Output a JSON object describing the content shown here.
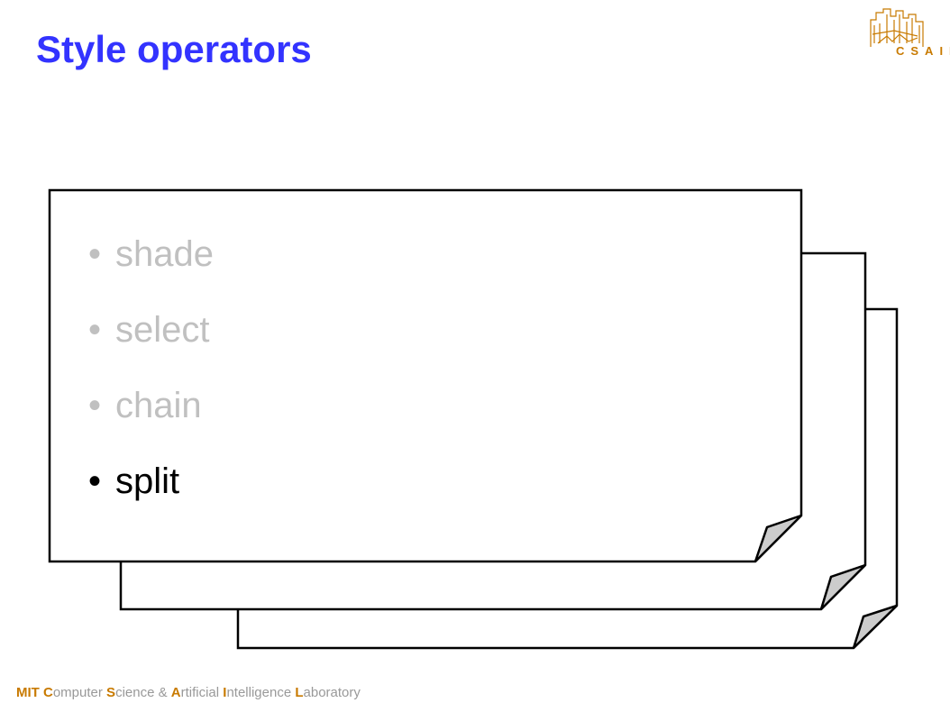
{
  "title": "Style operators",
  "logo": {
    "text": "CSAIL",
    "icon": "csail-logo-icon"
  },
  "bullets": [
    {
      "text": "shade",
      "color": "#c0c0c0"
    },
    {
      "text": "select",
      "color": "#c0c0c0"
    },
    {
      "text": "chain",
      "color": "#c0c0c0"
    },
    {
      "text": "split",
      "color": "#000000"
    }
  ],
  "bullet_glyph": "•",
  "footer": {
    "segments": [
      {
        "text": "MIT ",
        "accent": true
      },
      {
        "text": "C",
        "accent": true
      },
      {
        "text": "omputer ",
        "accent": false
      },
      {
        "text": "S",
        "accent": true
      },
      {
        "text": "cience & ",
        "accent": false
      },
      {
        "text": "A",
        "accent": true
      },
      {
        "text": "rtificial ",
        "accent": false
      },
      {
        "text": "I",
        "accent": true
      },
      {
        "text": "ntelligence ",
        "accent": false
      },
      {
        "text": "L",
        "accent": true
      },
      {
        "text": "aboratory",
        "accent": false
      }
    ]
  },
  "colors": {
    "title": "#3333ff",
    "accent": "#c87a00",
    "page_fold": "#cccccc"
  }
}
